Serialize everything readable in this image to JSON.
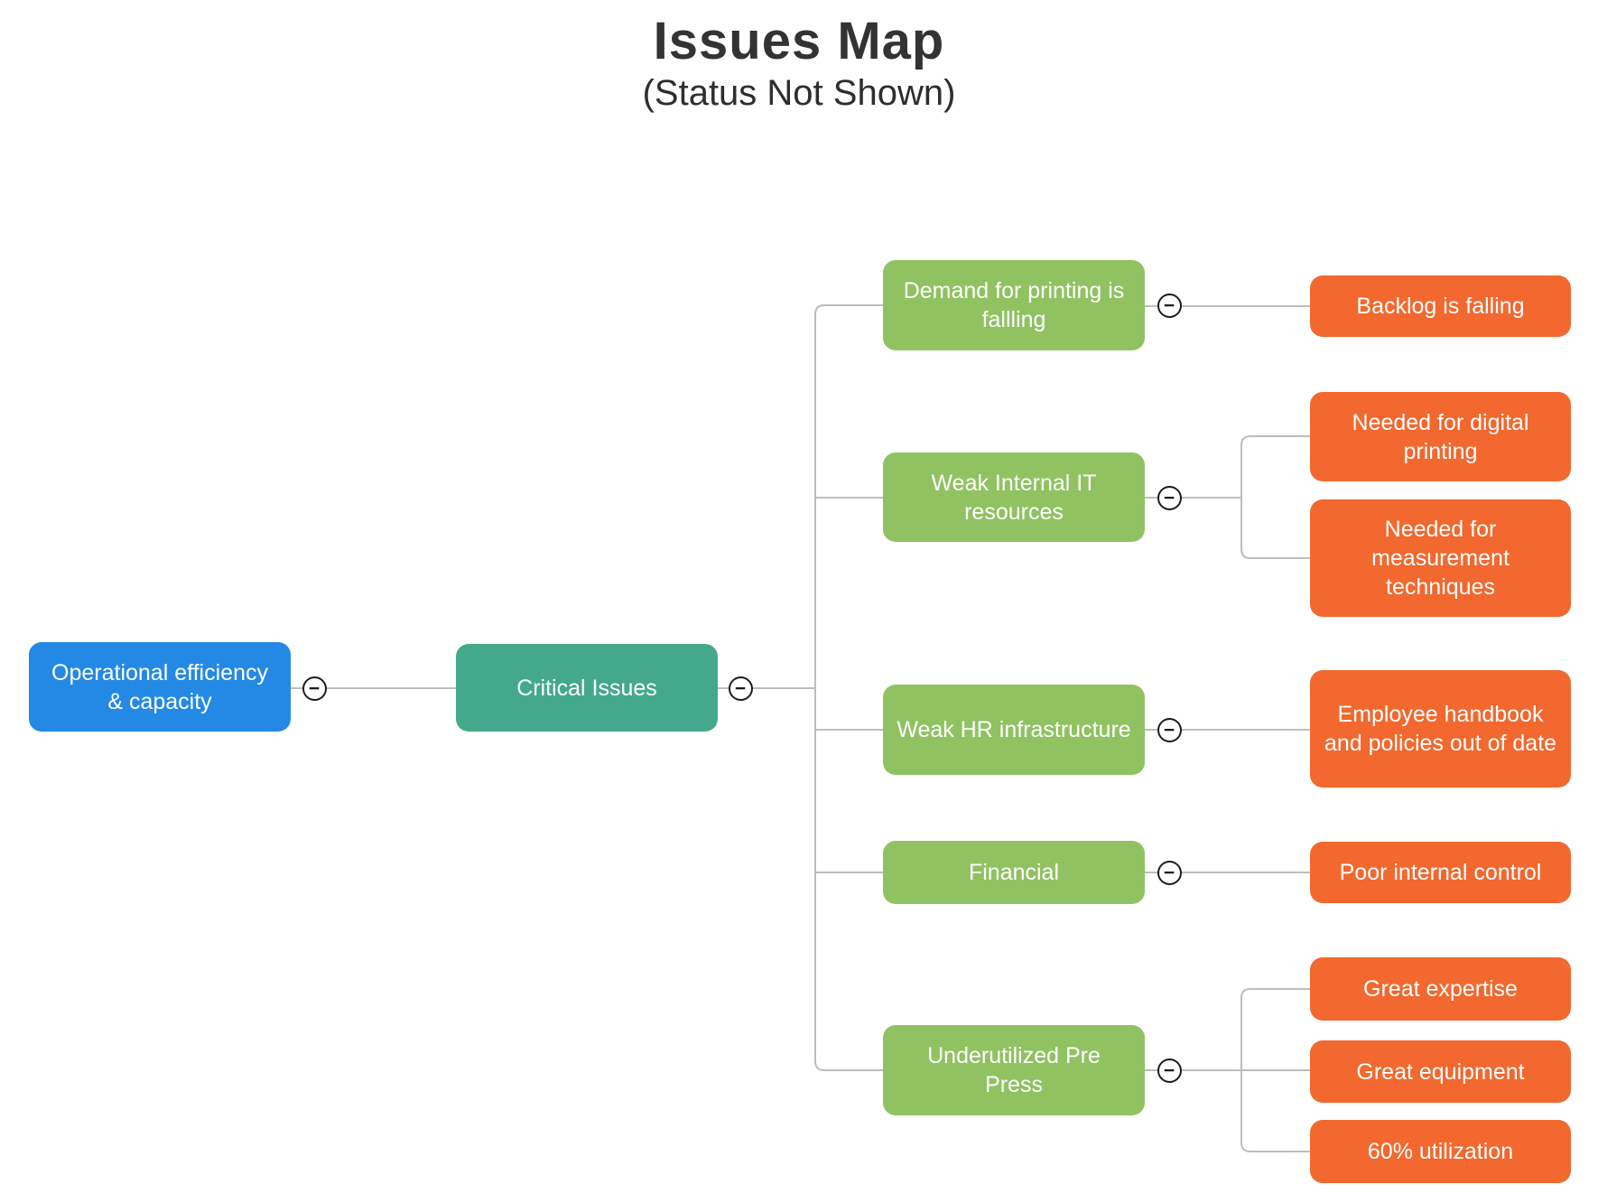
{
  "title": "Issues Map",
  "subtitle": "(Status Not Shown)",
  "icons": {
    "collapse": "−"
  },
  "colors": {
    "root_node": "#2389E5",
    "level2_node": "#44A98C",
    "issue_node": "#90C262",
    "detail_node": "#F2682E",
    "connector": "#BDBDBD",
    "node_text": "#FFFFFF",
    "title_text": "#333333"
  },
  "nodes": {
    "root": {
      "label": "Operational efficiency & capacity"
    },
    "level2": {
      "label": "Critical Issues"
    },
    "issues": [
      {
        "label": "Demand for printing is fallling",
        "children": [
          {
            "label": "Backlog is falling"
          }
        ]
      },
      {
        "label": "Weak Internal IT resources",
        "children": [
          {
            "label": "Needed for digital printing"
          },
          {
            "label": "Needed for measurement techniques"
          }
        ]
      },
      {
        "label": "Weak HR infrastructure",
        "children": [
          {
            "label": "Employee handbook and policies out of date"
          }
        ]
      },
      {
        "label": "Financial",
        "children": [
          {
            "label": "Poor internal control"
          }
        ]
      },
      {
        "label": "Underutilized Pre Press",
        "children": [
          {
            "label": "Great expertise"
          },
          {
            "label": "Great equipment"
          },
          {
            "label": "60% utilization"
          }
        ]
      }
    ]
  }
}
